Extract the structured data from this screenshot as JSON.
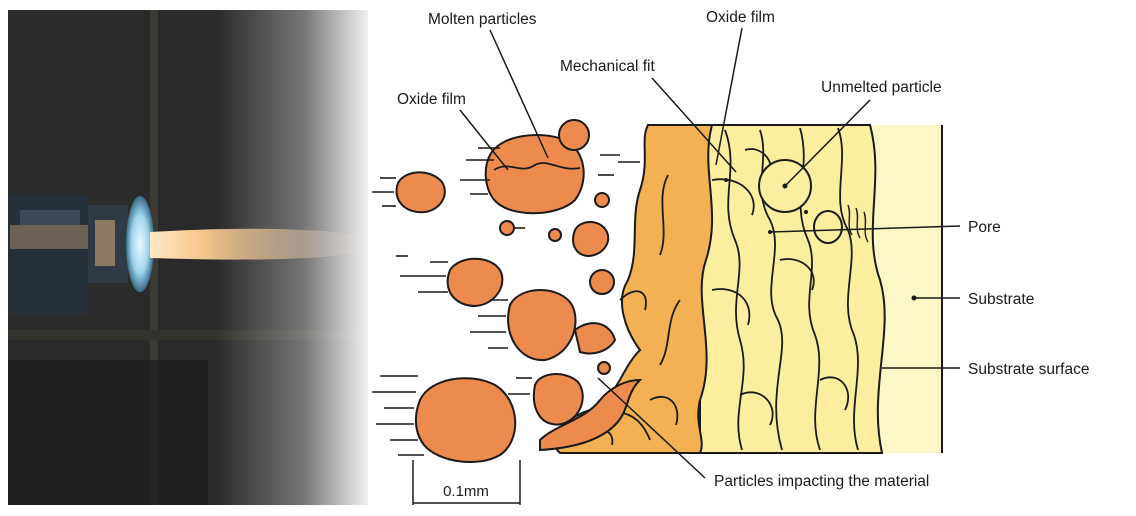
{
  "labels": {
    "molten_particles": "Molten particles",
    "oxide_film_top": "Oxide film",
    "oxide_film_left": "Oxide film",
    "mechanical_fit": "Mechanical fit",
    "unmelted_particle": "Unmelted particle",
    "pore": "Pore",
    "substrate": "Substrate",
    "substrate_surface": "Substrate surface",
    "particles_impacting": "Particles impacting the material",
    "scale_bar": "0.1mm"
  },
  "colors": {
    "particle_fill": "#ED8A4E",
    "coating_dense_fill": "#F4B153",
    "coating_layer_fill": "#FBEE9F",
    "substrate_fill": "#FDF6C6",
    "outline": "#1a1a1a",
    "photo_dark": "#2b2b2b",
    "flame": "#F5C68A",
    "nozzle_glow": "#BFE6F6"
  },
  "icons": {
    "spray_gun": "spray-gun-photo",
    "flame": "plasma-jet"
  }
}
